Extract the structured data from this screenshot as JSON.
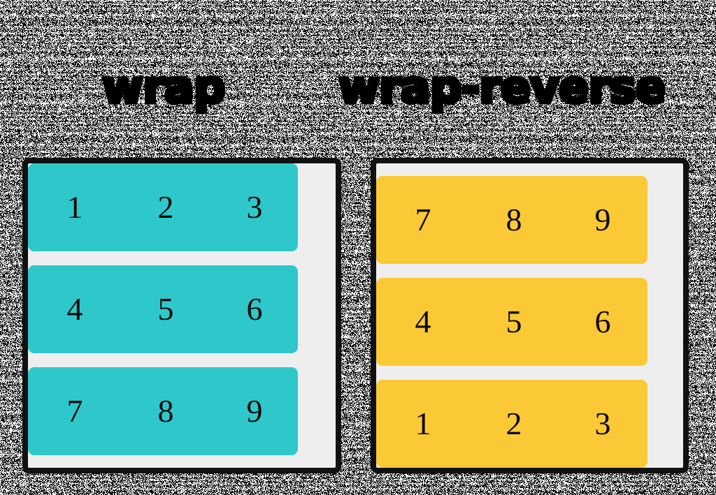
{
  "page": {
    "background_style": "dithered-black-white-noise",
    "background_colors": [
      "#000000",
      "#ffffff"
    ]
  },
  "panels": [
    {
      "id": "wrap",
      "title": "wrap",
      "accent_color": "#2ec8cb",
      "container_bg": "#eeeeee",
      "border_color": "#111111",
      "line_alignment": "top",
      "lines": [
        {
          "items": [
            "1",
            "2",
            "3"
          ]
        },
        {
          "items": [
            "4",
            "5",
            "6"
          ]
        },
        {
          "items": [
            "7",
            "8",
            "9"
          ]
        }
      ]
    },
    {
      "id": "wrap-reverse",
      "title": "wrap-reverse",
      "accent_color": "#fbc936",
      "container_bg": "#eeeeee",
      "border_color": "#111111",
      "line_alignment": "bottom",
      "lines": [
        {
          "items": [
            "7",
            "8",
            "9"
          ]
        },
        {
          "items": [
            "4",
            "5",
            "6"
          ]
        },
        {
          "items": [
            "1",
            "2",
            "3"
          ]
        }
      ]
    }
  ]
}
